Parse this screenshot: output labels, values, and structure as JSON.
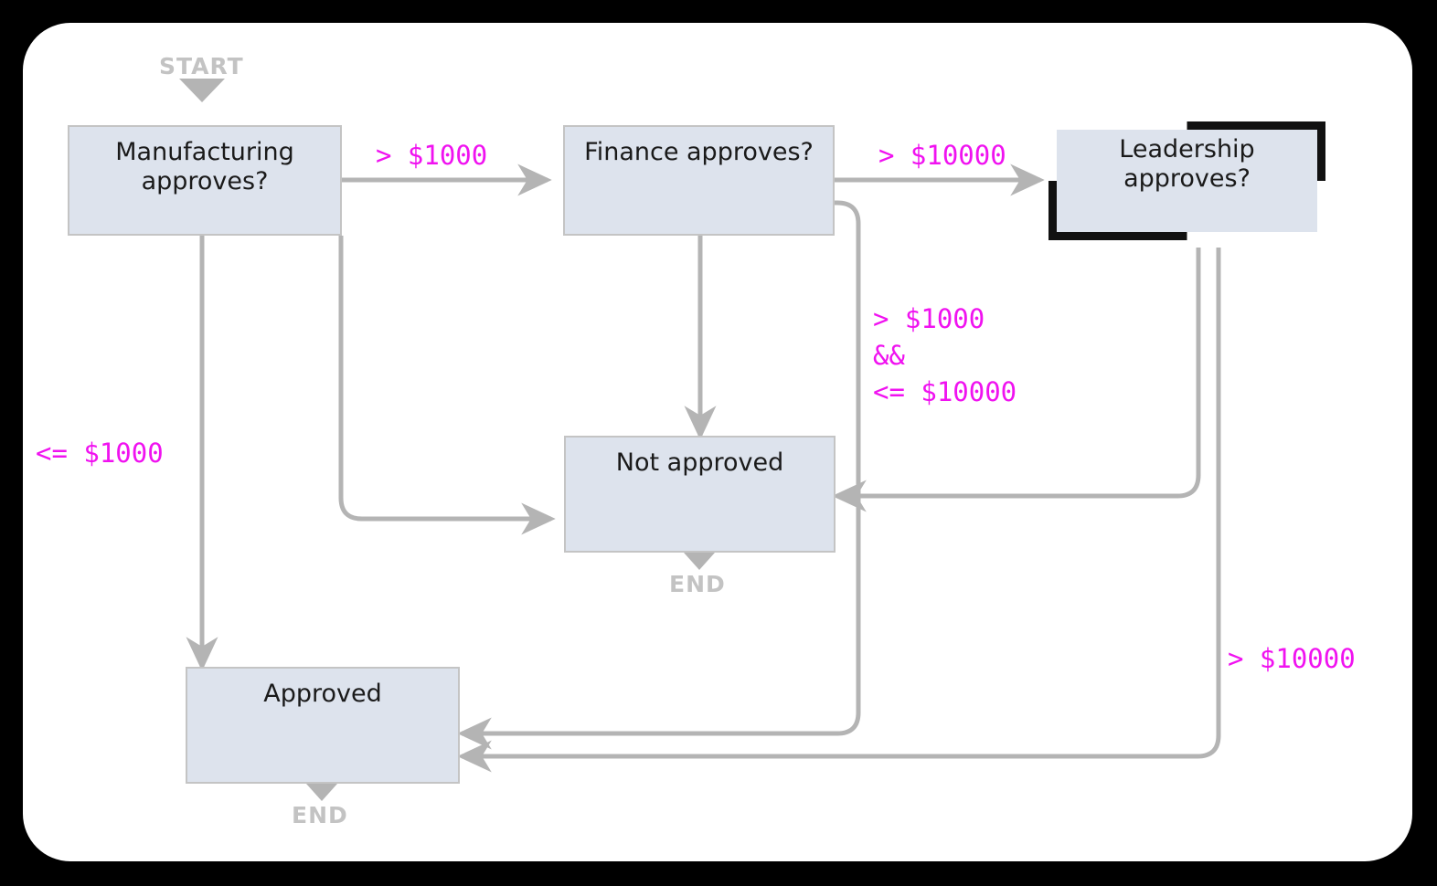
{
  "canvas": {
    "background": "#000000",
    "surface": "#ffffff",
    "node_fill": "#dde3ed",
    "node_border": "#c4c4c4",
    "edge_color": "#b4b4b4",
    "label_color": "#f012f0",
    "terminal_color": "#c3c3c3"
  },
  "diagram": {
    "type": "flowchart",
    "title": "",
    "terminals": {
      "start": "START",
      "end_not_approved": "END",
      "end_approved": "END"
    },
    "nodes": [
      {
        "id": "manufacturing",
        "label": "Manufacturing\napproves?",
        "line1": "Manufacturing",
        "line2": "approves?",
        "selected": false
      },
      {
        "id": "finance",
        "label": "Finance approves?",
        "line1": "Finance approves?",
        "line2": "",
        "selected": false
      },
      {
        "id": "leadership",
        "label": "Leadership\napproves?",
        "line1": "Leadership",
        "line2": "approves?",
        "selected": true
      },
      {
        "id": "not_approved",
        "label": "Not approved",
        "line1": "Not approved",
        "line2": "",
        "selected": false
      },
      {
        "id": "approved",
        "label": "Approved",
        "line1": "Approved",
        "line2": "",
        "selected": false
      }
    ],
    "edges": [
      {
        "from": "start",
        "to": "manufacturing",
        "label": ""
      },
      {
        "from": "manufacturing",
        "to": "finance",
        "label": "> $1000"
      },
      {
        "from": "manufacturing",
        "to": "approved",
        "label": "<= $1000"
      },
      {
        "from": "manufacturing",
        "to": "not_approved",
        "label": ""
      },
      {
        "from": "finance",
        "to": "leadership",
        "label": "> $10000"
      },
      {
        "from": "finance",
        "to": "not_approved",
        "label": ""
      },
      {
        "from": "finance",
        "to": "approved",
        "label": "> $1000\n&&\n<= $10000"
      },
      {
        "from": "leadership",
        "to": "not_approved",
        "label": ""
      },
      {
        "from": "leadership",
        "to": "approved",
        "label": "> $10000"
      },
      {
        "from": "not_approved",
        "to": "end_not_approved",
        "label": ""
      },
      {
        "from": "approved",
        "to": "end_approved",
        "label": ""
      }
    ],
    "labels": {
      "mfg_to_finance": "> $1000",
      "mfg_to_approved": "<= $1000",
      "finance_to_leadership": "> $10000",
      "finance_to_approved_l1": "> $1000",
      "finance_to_approved_l2": "&&",
      "finance_to_approved_l3": "<= $10000",
      "leadership_to_approved": "> $10000"
    }
  }
}
